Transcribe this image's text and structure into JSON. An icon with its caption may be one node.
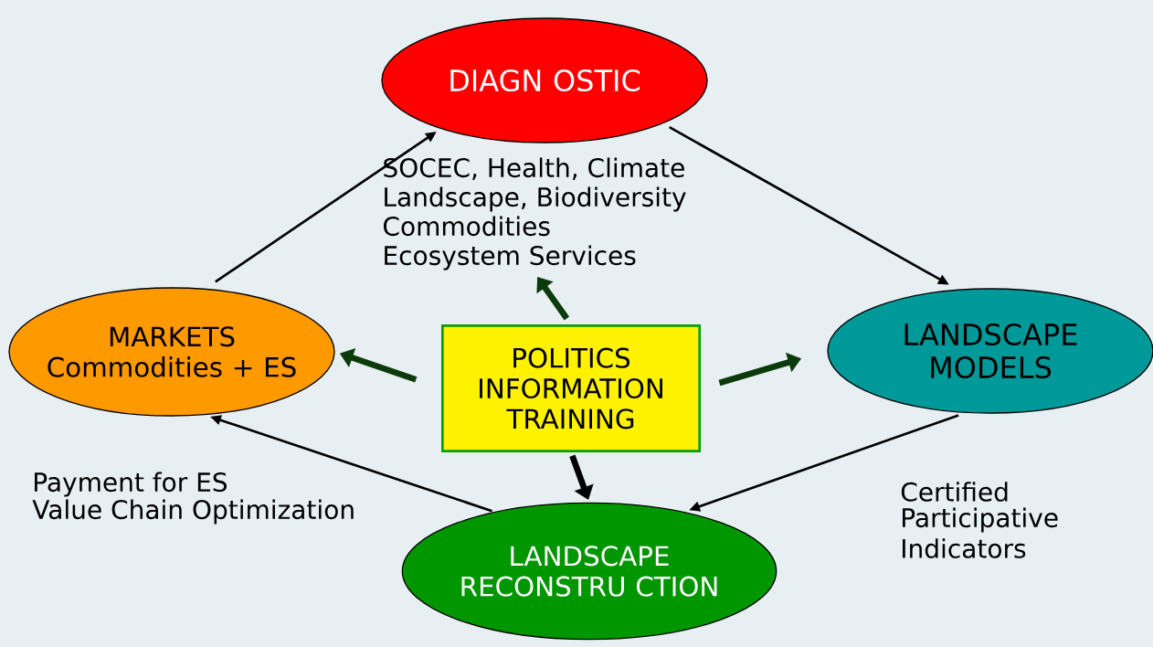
{
  "diagram": {
    "nodes": [
      {
        "text": [
          "DIAGN OSTIC"
        ]
      },
      {
        "text": [
          "SOCEC, Health, Climate",
          "Landscape, Biodiversity",
          "Commodities",
          "Ecosystem Services"
        ]
      },
      {
        "text": [
          "MARKETS",
          "Commodities + ES"
        ]
      },
      {
        "text": [
          "POLITICS",
          "INFORMATION",
          "TRAINING"
        ]
      },
      {
        "text": [
          "LANDSCAPE MODELS"
        ]
      },
      {
        "text": [
          "LANDSCAPE RECONSTRU CTION"
        ]
      }
    ],
    "edges": [
      {
        "from": 0,
        "to": 4,
        "arrow": "to"
      },
      {
        "from": 4,
        "to": 5,
        "arrow": "to"
      },
      {
        "from": 5,
        "to": 2,
        "arrow": "to"
      },
      {
        "from": 2,
        "to": 0,
        "arrow": "to"
      },
      {
        "from": 3,
        "to": 1,
        "arrow": "to",
        "style": "thick",
        "color": "#0b3a0b"
      },
      {
        "from": 3,
        "to": 2,
        "arrow": "to",
        "style": "thick",
        "color": "#0b3a0b"
      },
      {
        "from": 3,
        "to": 4,
        "arrow": "to",
        "style": "thick",
        "color": "#0b3a0b"
      },
      {
        "from": 3,
        "to": 5,
        "arrow": "to",
        "style": "thick"
      }
    ],
    "labels": [
      "Payment for ES",
      "Value Chain Optimization",
      "Certified",
      "Participative",
      "Indicators"
    ]
  }
}
